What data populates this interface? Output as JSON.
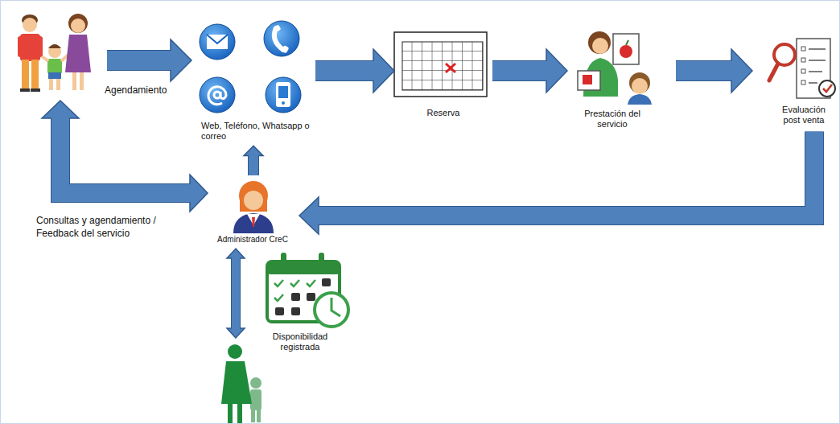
{
  "diagram": {
    "nodes": [
      {
        "text": []
      },
      {
        "text": [
          "Web, Teléfono, Whatsapp o correo"
        ]
      },
      {
        "text": [
          "Reserva"
        ]
      },
      {
        "text": [
          "Prestación del servicio"
        ]
      },
      {
        "text": [
          "Evaluación post venta"
        ]
      },
      {
        "text": [
          "Administrador CreC"
        ]
      },
      {
        "text": [
          "Disponibilidad registrada"
        ]
      }
    ],
    "edges": [
      {
        "from": 0,
        "to": 1,
        "arrow": "to",
        "label": "Agendamiento"
      },
      {
        "from": 1,
        "to": 2,
        "arrow": "to"
      },
      {
        "from": 2,
        "to": 3,
        "arrow": "to"
      },
      {
        "from": 3,
        "to": 4,
        "arrow": "to"
      },
      {
        "from": 4,
        "to": 5,
        "arrow": "to"
      },
      {
        "from": 5,
        "to": 1,
        "arrow": "to"
      },
      {
        "from": 0,
        "to": 5,
        "arrow": "both",
        "label": "Consultas y agendamiento / Feedback del servicio"
      },
      {
        "from": 5,
        "to": 6,
        "arrow": "both"
      }
    ]
  }
}
